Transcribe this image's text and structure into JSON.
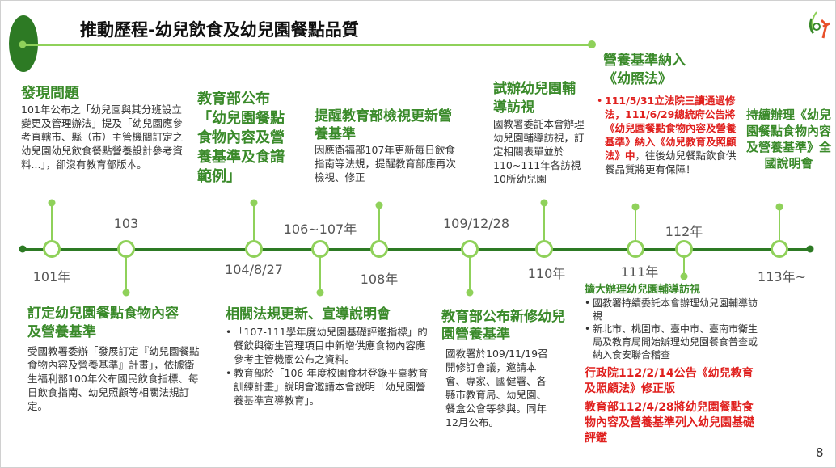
{
  "title": "推動歷程-幼兒飲食及幼兒園餐點品質",
  "page_number": "8",
  "timeline_labels": [
    "101年",
    "103",
    "104/8/27",
    "106~107年",
    "108年",
    "109/12/28",
    "110年",
    "111年",
    "112年",
    "113年~"
  ],
  "events": {
    "e1": {
      "title": "發現問題",
      "body": "101年公布之「幼兒園與其分班設立變更及管理辦法」提及「幼兒園應參考直轄市、縣（市）主管機關訂定之幼兒園幼兒飲食餐點營養設計參考資料...」，卻沒有教育部版本。"
    },
    "e2": {
      "title": "訂定幼兒園餐點食物內容及營養基準",
      "body": "受國教署委辦「發展訂定『幼兒園餐點食物內容及營養基準』計畫」，依據衛生福利部100年公布國民飲食指標、每日飲食指南、幼兒照顧等相關法規訂定。"
    },
    "e3": {
      "title": "教育部公布「幼兒園餐點食物內容及營養基準及食譜範例」"
    },
    "e4": {
      "title": "相關法規更新、宣導說明會",
      "bullets": [
        "「107-111學年度幼兒園基礎評鑑指標」的餐飲與衛生管理項目中新增供應食物內容應參考主管機關公布之資料。",
        "教育部於「106 年度校園食材登錄平臺教育訓練計畫」說明會邀請本會說明「幼兒園營養基準宣導教育」。"
      ]
    },
    "e5": {
      "title": "提醒教育部檢視更新營養基準",
      "body": "因應衛福部107年更新每日飲食指南等法規，提醒教育部應再次檢視、修正"
    },
    "e6": {
      "title": "教育部公布新修幼兒園營養基準",
      "body": "國教署於109/11/19召開修訂會議，邀請本會、專家、國健署、各縣市教育局、幼兒園、餐盒公會等參與。同年12月公布。"
    },
    "e7": {
      "title": "試辦幼兒園輔導訪視",
      "body": "國教署委託本會辦理幼兒園輔導訪視，訂定相關表單並於110~111年各訪視10所幼兒園"
    },
    "e8": {
      "title": "營養基準納入《幼照法》",
      "red": "111/5/31立法院三讀通過修法，111/6/29總統府公告將《幼兒園餐點食物內容及營養基準》納入《幼兒教育及照顧法》中",
      "body": "，往後幼兒餐點飲食供餐品質將更有保障！"
    },
    "e9": {
      "title": "擴大辦理幼兒園輔導訪視",
      "bullets": [
        "國教署持續委託本會辦理幼兒園輔導訪視",
        "新北市、桃園市、臺中市、臺南市衛生局及教育局開始辦理幼兒園餐食普查或納入食安聯合稽查"
      ],
      "red1": "行政院112/2/14公告《幼兒教育及照顧法》修正版",
      "red2": "教育部112/4/28將幼兒園餐點食物內容及營養基準列入幼兒園基礎評鑑"
    },
    "e10": {
      "title": "持續辦理《幼兒園餐點食物內容及營養基準》全國說明會"
    }
  },
  "colors": {
    "dark_green": "#2d7a24",
    "light_green": "#8fd15a",
    "red": "#e0201e"
  }
}
